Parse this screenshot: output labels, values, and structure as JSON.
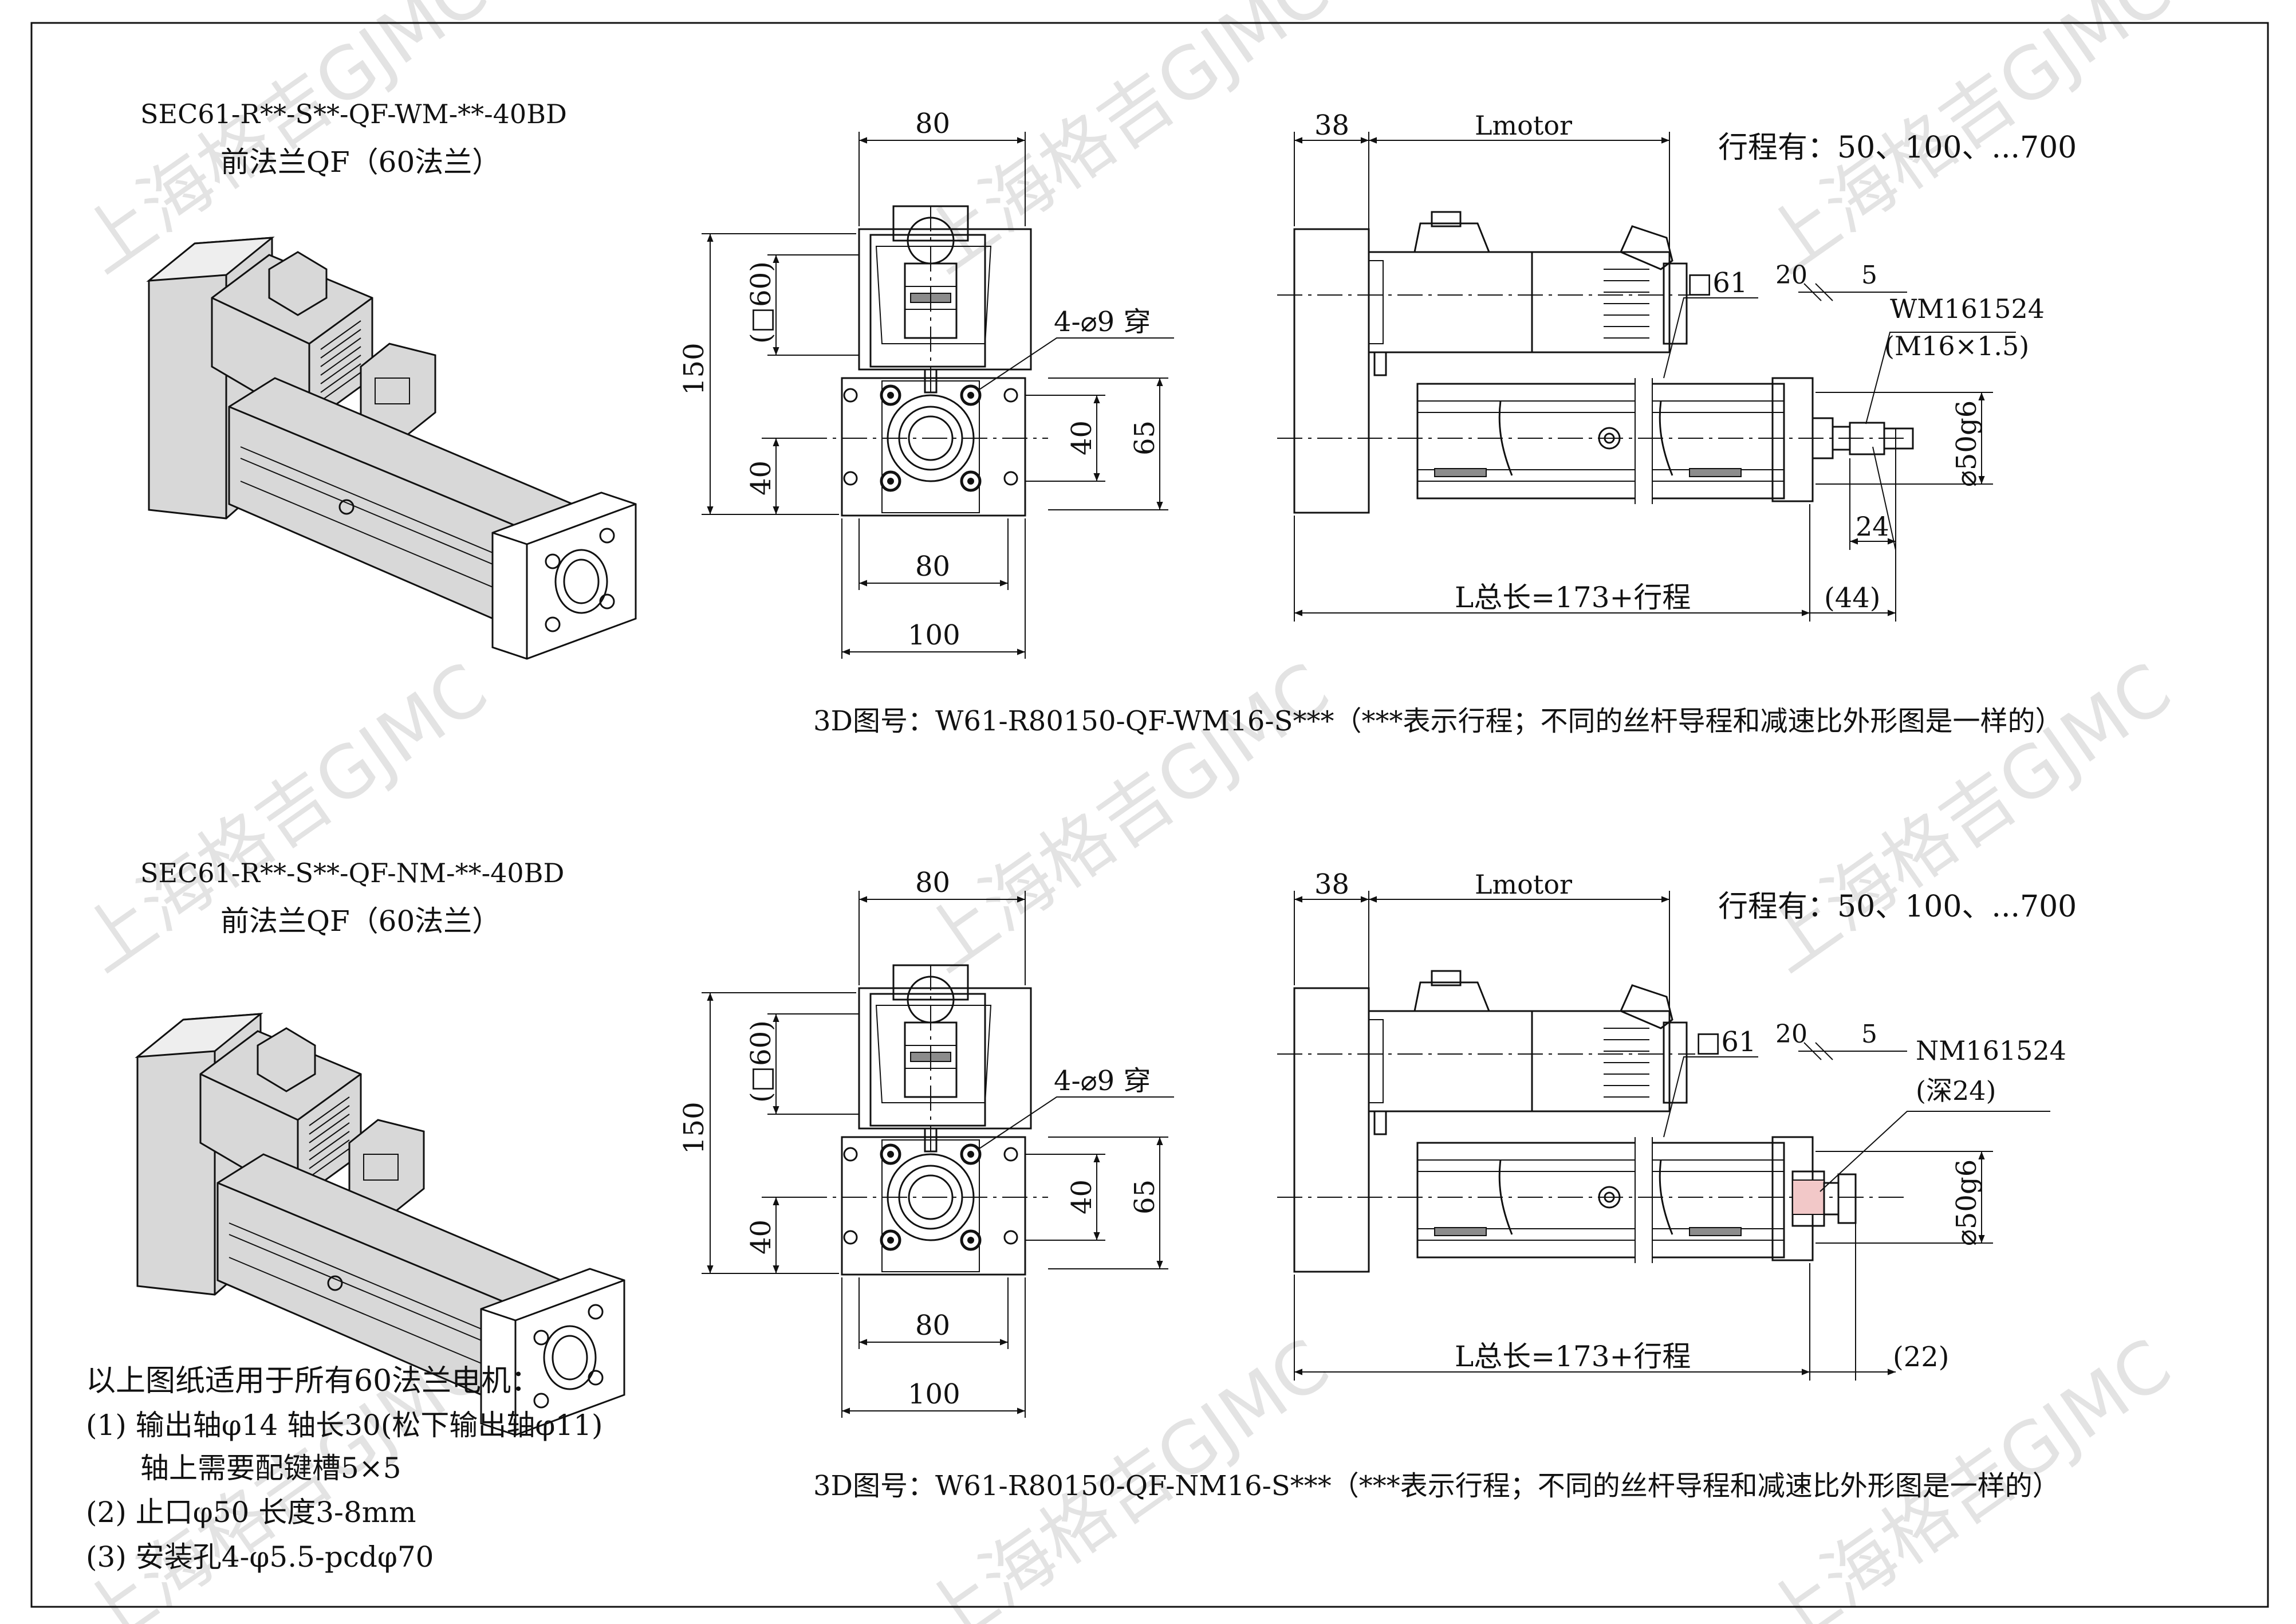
{
  "drawing": {
    "watermark": "上海格吉GJMC",
    "views": [
      {
        "model": "SEC61-R**-S**-QF-WM-**-40BD",
        "flange": "前法兰QF（60法兰）",
        "stroke_note": "行程有：50、100、...700",
        "code_3d": "3D图号：W61-R80150-QF-WM16-S***（***表示行程；不同的丝杆导程和减速比外形图是一样的）",
        "end_label": "WM161524",
        "end_sub": "(M16×1.5)",
        "end_len": "(44)",
        "end_extra": "24"
      },
      {
        "model": "SEC61-R**-S**-QF-NM-**-40BD",
        "flange": "前法兰QF（60法兰）",
        "stroke_note": "行程有：50、100、...700",
        "code_3d": "3D图号：W61-R80150-QF-NM16-S***（***表示行程；不同的丝杆导程和减速比外形图是一样的）",
        "end_label": "NM161524",
        "end_sub": "(深24)",
        "end_len": "(22)",
        "end_extra": ""
      }
    ],
    "dims": {
      "w80": "80",
      "w100": "100",
      "h150": "150",
      "sq60": "(□60)",
      "h40": "40",
      "h65": "65",
      "holes": "4-⌀9 穿",
      "d38": "38",
      "lmotor": "Lmotor",
      "sq61": "□61",
      "d20": "20",
      "d5": "5",
      "dia50": "⌀50g6",
      "total": "L总长=173+行程"
    },
    "notes": [
      "以上图纸适用于所有60法兰电机：",
      "(1) 输出轴φ14 轴长30(松下输出轴φ11)",
      "轴上需要配键槽5×5",
      "(2) 止口φ50 长度3-8mm",
      "(3) 安装孔4-φ5.5-pcdφ70"
    ]
  }
}
